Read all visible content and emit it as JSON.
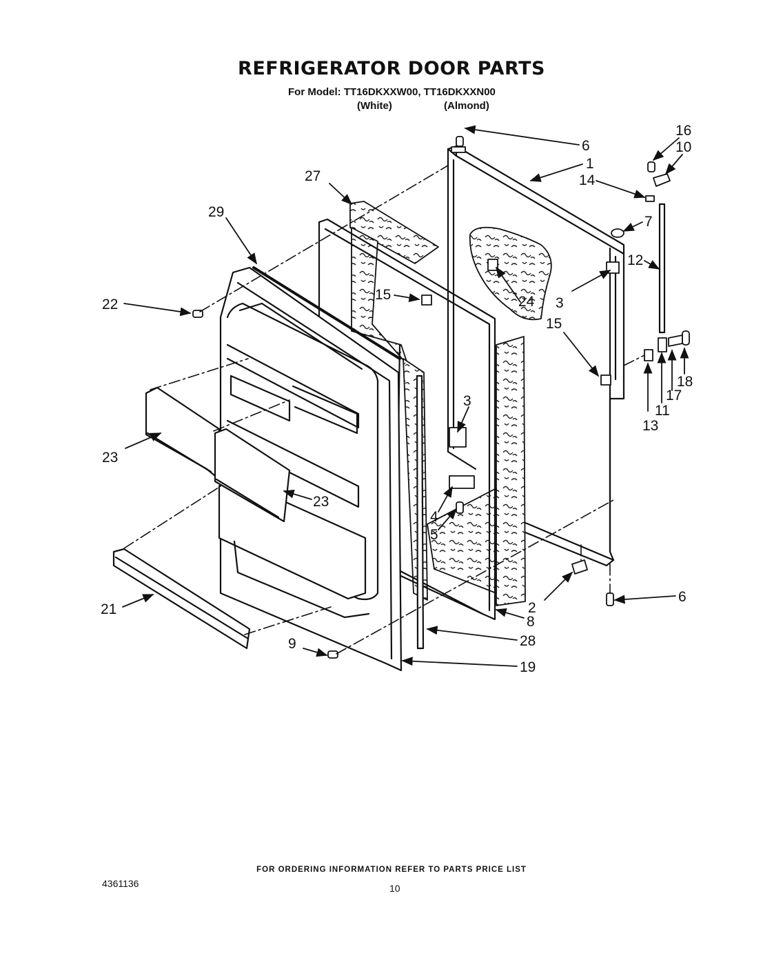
{
  "header": {
    "title": "REFRIGERATOR DOOR PARTS",
    "model_line": "For Model: TT16DKXXW00, TT16DKXXN00",
    "color_white": "(White)",
    "color_almond": "(Almond)"
  },
  "callouts": {
    "c1": "1",
    "c2": "2",
    "c3a": "3",
    "c3b": "3",
    "c4": "4",
    "c5": "5",
    "c6a": "6",
    "c6b": "6",
    "c7": "7",
    "c8": "8",
    "c9": "9",
    "c10": "10",
    "c11": "11",
    "c12": "12",
    "c13": "13",
    "c14": "14",
    "c15a": "15",
    "c15b": "15",
    "c16": "16",
    "c17": "17",
    "c18": "18",
    "c19": "19",
    "c21": "21",
    "c22": "22",
    "c23a": "23",
    "c23b": "23",
    "c24": "24",
    "c27": "27",
    "c28": "28",
    "c29": "29"
  },
  "footer": {
    "note": "FOR ORDERING INFORMATION REFER TO PARTS PRICE LIST",
    "doc_number": "4361136",
    "page_number": "10"
  },
  "colors": {
    "ink": "#111111",
    "paper": "#ffffff"
  }
}
